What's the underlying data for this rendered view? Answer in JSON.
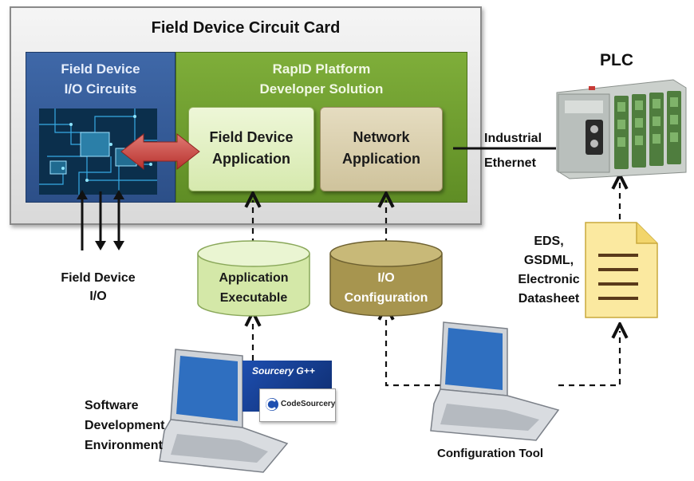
{
  "card": {
    "title": "Field Device Circuit Card",
    "io_panel": {
      "line1": "Field Device",
      "line2": "I/O Circuits"
    },
    "rapid_panel": {
      "line1": "RapID Platform",
      "line2": "Developer Solution"
    },
    "field_device_app": {
      "line1": "Field Device",
      "line2": "Application"
    },
    "network_app": {
      "line1": "Network",
      "line2": "Application"
    }
  },
  "plc": {
    "label": "PLC"
  },
  "connection": {
    "line1": "Industrial",
    "line2": "Ethernet"
  },
  "field_device_io": {
    "line1": "Field Device",
    "line2": "I/O"
  },
  "app_executable": {
    "line1": "Application",
    "line2": "Executable"
  },
  "io_configuration": {
    "line1": "I/O",
    "line2": "Configuration"
  },
  "datasheet": {
    "line1": "EDS,",
    "line2": "GSDML,",
    "line3": "Electronic",
    "line4": "Datasheet"
  },
  "sde": {
    "line1": "Software",
    "line2": "Development",
    "line3": "Environment"
  },
  "config_tool": {
    "label": "Configuration Tool"
  },
  "products": {
    "sourcery": "Sourcery G++",
    "codesourcery": "CodeSourcery"
  },
  "colors": {
    "io_blue": "#3f68a8",
    "rapid_green": "#6e9d2f",
    "app_green": "#e3f0c3",
    "network_tan": "#dcd2b0",
    "red_arrow": "#c9423e"
  }
}
